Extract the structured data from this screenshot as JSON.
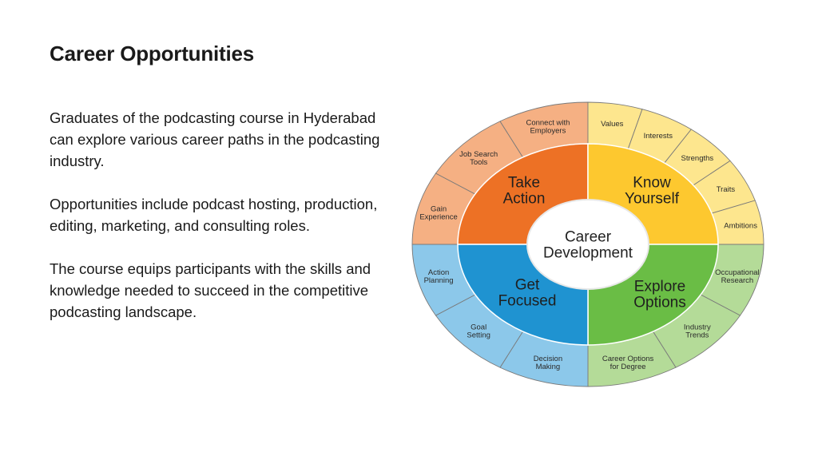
{
  "title": "Career Opportunities",
  "paragraphs": [
    "Graduates of the podcasting course in Hyderabad can explore various career paths in the podcasting industry.",
    "Opportunities include podcast hosting, production, editing, marketing, and consulting roles.",
    "The course equips participants with the skills and knowledge needed to succeed in the competitive podcasting landscape."
  ],
  "diagram": {
    "center": [
      "Career",
      "Development"
    ],
    "quadrants": [
      {
        "name": "take-action",
        "label": [
          "Take",
          "Action"
        ],
        "color": "#ed7125",
        "outer_color": "#f5b083",
        "items": [
          [
            "Gain",
            "Experience"
          ],
          [
            "Job Search",
            "Tools"
          ],
          [
            "Connect with",
            "Employers"
          ]
        ]
      },
      {
        "name": "know-yourself",
        "label": [
          "Know",
          "Yourself"
        ],
        "color": "#fdc82f",
        "outer_color": "#fde68e",
        "items": [
          [
            "Values"
          ],
          [
            "Interests"
          ],
          [
            "Strengths"
          ],
          [
            "Traits"
          ],
          [
            "Ambitions"
          ]
        ]
      },
      {
        "name": "explore-options",
        "label": [
          "Explore",
          "Options"
        ],
        "color": "#6abd45",
        "outer_color": "#b4db98",
        "items": [
          [
            "Occupational",
            "Research"
          ],
          [
            "Industry",
            "Trends"
          ],
          [
            "Career Options",
            "for Degree"
          ]
        ]
      },
      {
        "name": "get-focused",
        "label": [
          "Get",
          "Focused"
        ],
        "color": "#1f93d1",
        "outer_color": "#8cc8ea",
        "items": [
          [
            "Decision",
            "Making"
          ],
          [
            "Goal",
            "Setting"
          ],
          [
            "Action",
            "Planning"
          ]
        ]
      }
    ]
  }
}
